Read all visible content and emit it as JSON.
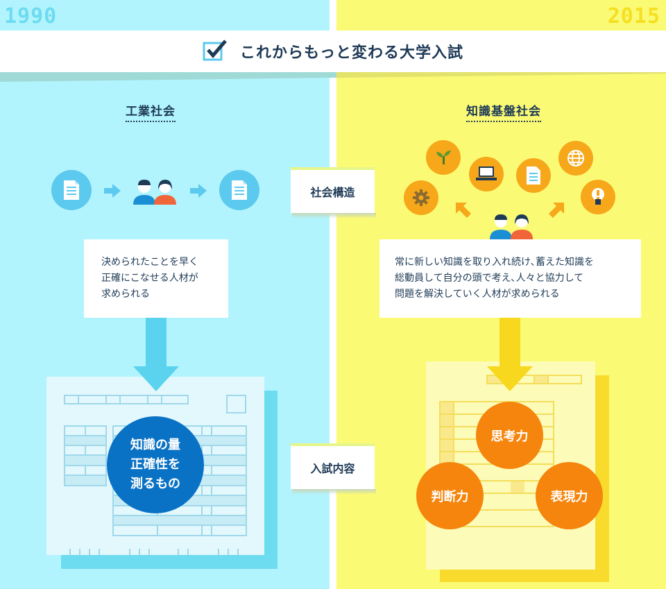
{
  "years": {
    "left": "1990",
    "right": "2015"
  },
  "title": "これからもっと変わる大学入試",
  "left": {
    "society": "工業社会",
    "description": [
      "決められたことを早く",
      "正確にこなせる人材が",
      "求められる"
    ],
    "exam_circle": [
      "知識の量",
      "正確性を",
      "測るもの"
    ]
  },
  "right": {
    "society": "知識基盤社会",
    "description": [
      "常に新しい知識を取り入れ続け､蓄えた知識を",
      "総動員して自分の頭で考え､人々と協力して",
      "問題を解決していく人材が求められる"
    ],
    "skills": [
      "思考力",
      "判断力",
      "表現力"
    ]
  },
  "center": {
    "structure_label": "社会構造",
    "exam_label": "入試内容"
  },
  "colors": {
    "left_bg": "#b2f4fd",
    "right_bg": "#fbfa74",
    "navy": "#1e3a56",
    "blue_circle": "#0a72c5",
    "orange": "#f5850c",
    "icon_orange": "#f6a71a",
    "icon_blue": "#5cc9ee"
  },
  "icons": [
    "document-icon",
    "arrow-right-icon",
    "people-icon",
    "gear-icon",
    "sprout-icon",
    "laptop-icon",
    "globe-icon",
    "lightbulb-icon",
    "checkbox-icon"
  ]
}
